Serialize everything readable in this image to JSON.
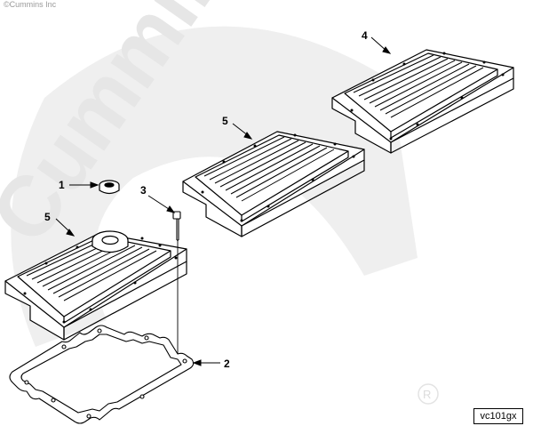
{
  "copyright": "©Cummins Inc",
  "watermark": {
    "brand": "Cummins",
    "registered_mark": "®",
    "color": "#ececec"
  },
  "callouts": {
    "c1": "1",
    "c2": "2",
    "c3": "3",
    "c4": "4",
    "c5a": "5",
    "c5b": "5"
  },
  "drawing_id": "vc101gx",
  "colors": {
    "line": "#000000",
    "background": "#ffffff"
  }
}
